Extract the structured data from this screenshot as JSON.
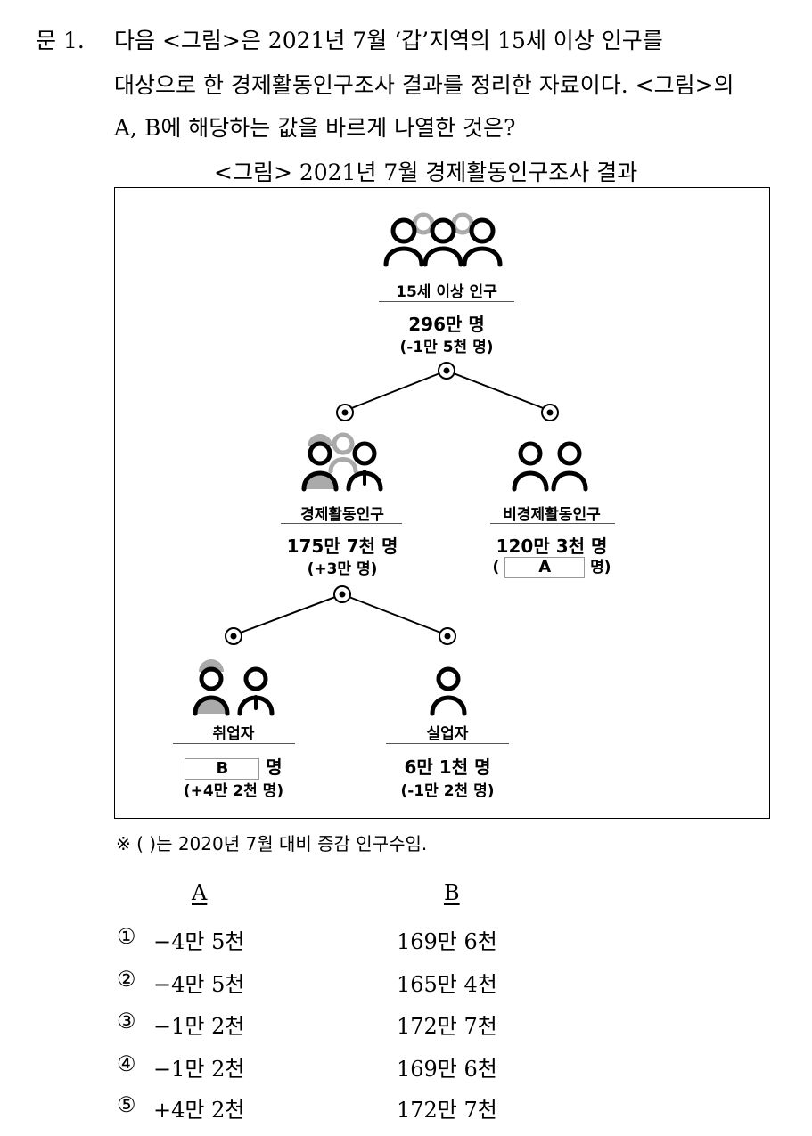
{
  "question": {
    "number": "문  1.",
    "lines": [
      "다음 <그림>은 2021년 7월 ‘갑’지역의 15세 이상 인구를",
      "대상으로 한 경제활동인구조사 결과를 정리한 자료이다. <그림>의",
      "A, B에 해당하는 값을 바르게 나열한 것은?"
    ]
  },
  "figure": {
    "title": "<그림> 2021년 7월 경제활동인구조사 결과",
    "nodes": {
      "total": {
        "label": "15세 이상 인구",
        "value": "296만 명",
        "change": "(-1만 5천 명)"
      },
      "active": {
        "label": "경제활동인구",
        "value": "175만 7천 명",
        "change": "(+3만 명)"
      },
      "inactive": {
        "label": "비경제활동인구",
        "value": "120만 3천 명",
        "change_open": "(",
        "blank": "A",
        "change_close": "명)"
      },
      "employed": {
        "label": "취업자",
        "blank": "B",
        "value_suffix": "명",
        "change": "(+4만 2천 명)"
      },
      "unemployed": {
        "label": "실업자",
        "value": "6만 1천 명",
        "change": "(-1만 2천 명)"
      }
    },
    "note": "※ (      )는 2020년 7월 대비 증감 인구수임."
  },
  "answers": {
    "header_a": "A",
    "header_b": "B",
    "options": [
      {
        "num": "①",
        "a": "−4만 5천",
        "b": "169만 6천"
      },
      {
        "num": "②",
        "a": "−4만 5천",
        "b": "165만 4천"
      },
      {
        "num": "③",
        "a": "−1만 2천",
        "b": "172만 7천"
      },
      {
        "num": "④",
        "a": "−1만 2천",
        "b": "169만 6천"
      },
      {
        "num": "⑤",
        "a": "+4만 2천",
        "b": "172만 7천"
      }
    ]
  },
  "colors": {
    "gray_person": "#aaaaaa",
    "black_person": "#000000"
  }
}
